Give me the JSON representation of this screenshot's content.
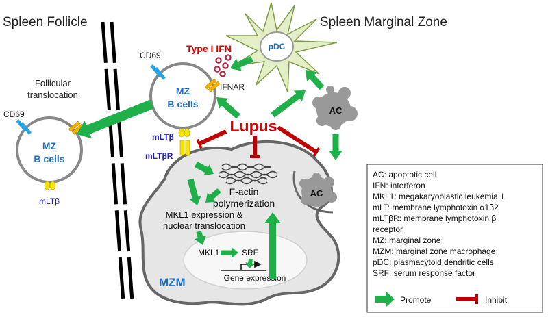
{
  "regions": {
    "follicle": "Spleen Follicle",
    "marginal_zone": "Spleen Marginal Zone"
  },
  "labels": {
    "type1_ifn": "Type I IFN",
    "ifnar": "IFNAR",
    "pdc": "pDC",
    "cd69_left": "CD69",
    "cd69_right": "CD69",
    "follicular_translocation_l1": "Follicular",
    "follicular_translocation_l2": "translocation",
    "mz_b_right_l1": "MZ",
    "mz_b_right_l2": "B cells",
    "mz_b_left_l1": "MZ",
    "mz_b_left_l2": "B cells",
    "mlt_beta_left": "mLTβ",
    "mlt_beta_right": "mLTβ",
    "mlt_beta_r": "mLTβR",
    "lupus": "Lupus",
    "ac_upper": "AC",
    "ac_lower": "AC",
    "factin_l1": "F-actin",
    "factin_l2": "polymerization",
    "mkl1_expr_l1": "MKL1 expression &",
    "mkl1_expr_l2": "nuclear translocation",
    "mkl1": "MKL1",
    "srf": "SRF",
    "gene_expression": "Gene expression",
    "mzm": "MZM"
  },
  "legend": {
    "items": [
      "AC: apoptotic cell",
      "IFN: interferon",
      "MKL1: megakaryoblastic leukemia 1",
      "mLT: membrane lymphotoxin α1β2",
      "mLTβR: membrane lymphotoxin β",
      "receptor",
      "MZ: marginal zone",
      "MZM: marginal zone macrophage",
      "pDC: plasmacytoid dendritic cells",
      "SRF: serum response factor"
    ],
    "promote": "Promote",
    "inhibit": "Inhibit"
  },
  "colors": {
    "promote_arrow": "#1fb04a",
    "inhibit": "#c00000",
    "lupus_text": "#e00000",
    "blue_text": "#1f6fbf",
    "dark_blue_text": "#1f1fbf",
    "pdc_fill": "#e4efc8",
    "macrophage_fill": "#e6e6e6",
    "ac_fill": "#999999",
    "cd69": "#29a3e0",
    "receptor_yellow": "#f5e400",
    "ifn_red": "#b02040"
  }
}
